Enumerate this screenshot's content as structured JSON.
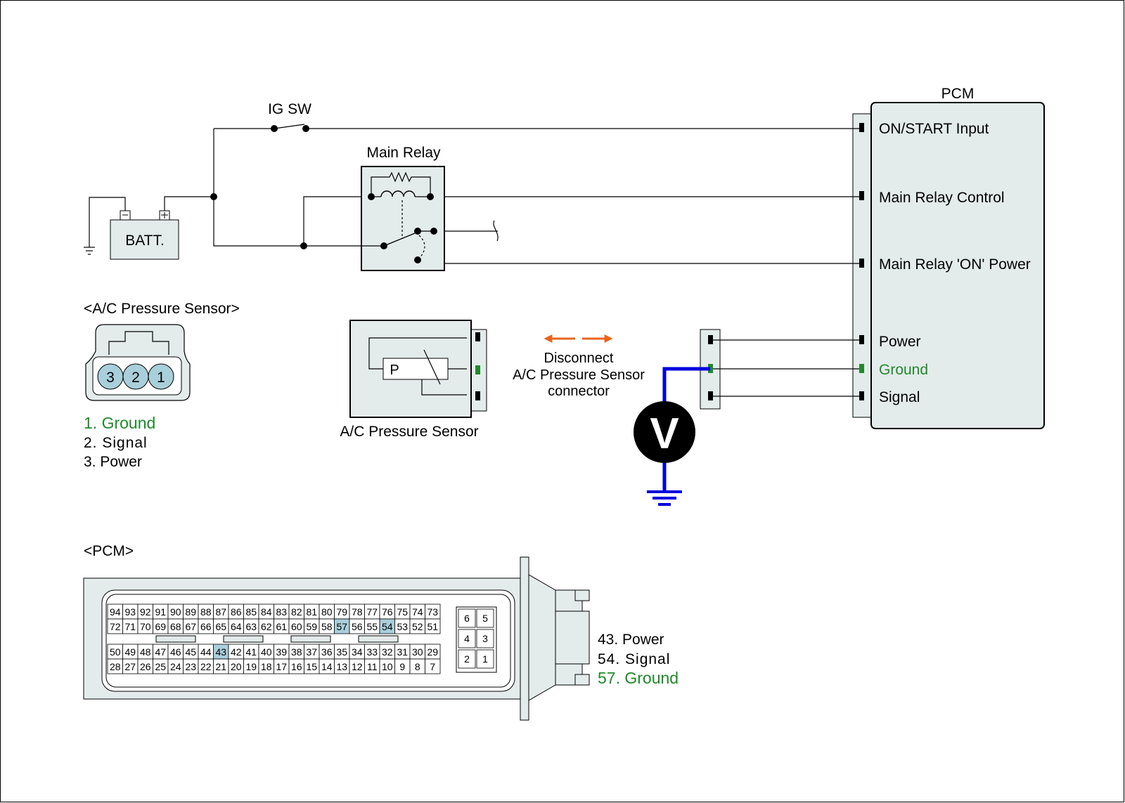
{
  "colors": {
    "ground_green": "#1f8a2a",
    "meter_wire_blue": "#0000dd",
    "arrow_orange": "#e8641c",
    "pin_highlight": "#a9cfdb",
    "panel_fill": "#e4ebeb"
  },
  "pcm": {
    "title": "PCM",
    "pins": {
      "on_start": "ON/START Input",
      "main_relay_control": "Main Relay Control",
      "main_relay_on_power": "Main Relay 'ON' Power",
      "power": "Power",
      "ground": "Ground",
      "signal": "Signal"
    }
  },
  "ig_sw": "IG SW",
  "main_relay": "Main Relay",
  "battery": "BATT.",
  "sensor": {
    "label": "A/C Pressure Sensor",
    "p_label": "P"
  },
  "disconnect": {
    "line1": "Disconnect",
    "line2": "A/C Pressure Sensor",
    "line3": "connector"
  },
  "voltmeter": "V",
  "ac_connector": {
    "title": "<A/C Pressure Sensor>",
    "pin_numbers": [
      "3",
      "2",
      "1"
    ],
    "pin_list": [
      "1. Ground",
      "2. Signal",
      "3. Power"
    ]
  },
  "pcm_connector": {
    "title": "<PCM>",
    "row1": [
      "94",
      "93",
      "92",
      "91",
      "90",
      "89",
      "88",
      "87",
      "86",
      "85",
      "84",
      "83",
      "82",
      "81",
      "80",
      "79",
      "78",
      "77",
      "76",
      "75",
      "74",
      "73"
    ],
    "row2": [
      "72",
      "71",
      "70",
      "69",
      "68",
      "67",
      "66",
      "65",
      "64",
      "63",
      "62",
      "61",
      "60",
      "59",
      "58",
      "57",
      "56",
      "55",
      "54",
      "53",
      "52",
      "51"
    ],
    "row3": [
      "50",
      "49",
      "48",
      "47",
      "46",
      "45",
      "44",
      "43",
      "42",
      "41",
      "40",
      "39",
      "38",
      "37",
      "36",
      "35",
      "34",
      "33",
      "32",
      "31",
      "30",
      "29"
    ],
    "row4": [
      "28",
      "27",
      "26",
      "25",
      "24",
      "23",
      "22",
      "21",
      "20",
      "19",
      "18",
      "17",
      "16",
      "15",
      "14",
      "13",
      "12",
      "11",
      "10",
      "9",
      "8",
      "7"
    ],
    "small_block": [
      "6",
      "5",
      "4",
      "3",
      "2",
      "1"
    ],
    "highlighted": [
      "57",
      "54",
      "43"
    ],
    "pin_list": [
      "43. Power",
      "54. Signal",
      "57. Ground"
    ]
  }
}
